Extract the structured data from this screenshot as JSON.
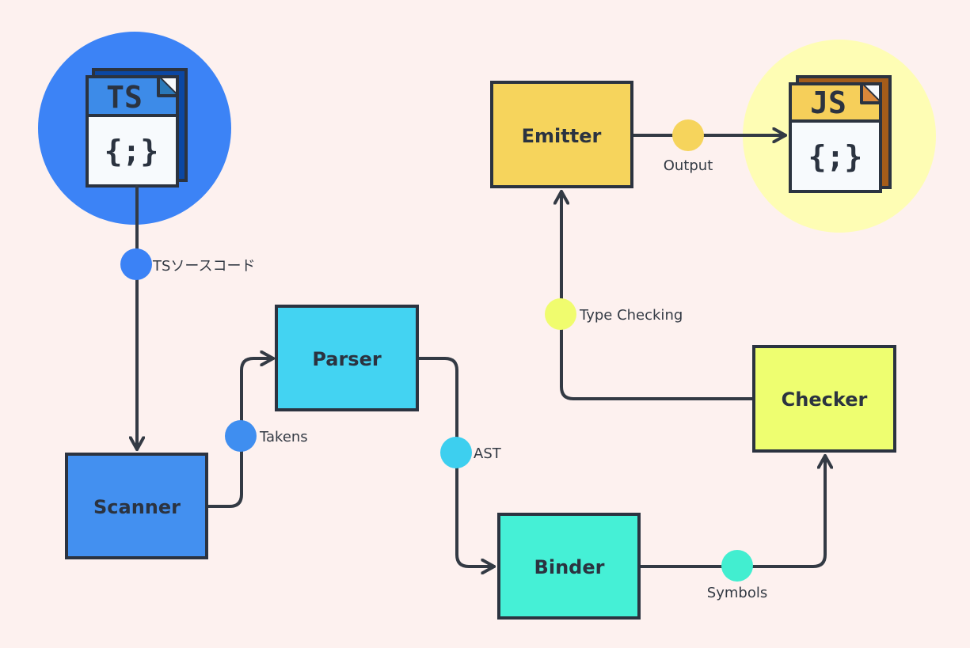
{
  "source_file": {
    "title": "TS",
    "code": "{;}",
    "circle_color": "#3c83f6",
    "header_color": "#3d8be8",
    "back_color": "#0b47a3"
  },
  "output_file": {
    "title": "JS",
    "code": "{;}",
    "circle_color": "#fefdb4",
    "header_color": "#f6cf5a",
    "back_color": "#a45c1a"
  },
  "nodes": {
    "scanner": {
      "label": "Scanner",
      "color": "#4390f0"
    },
    "parser": {
      "label": "Parser",
      "color": "#43d3f2"
    },
    "binder": {
      "label": "Binder",
      "color": "#45f0d6"
    },
    "checker": {
      "label": "Checker",
      "color": "#eefe70"
    },
    "emitter": {
      "label": "Emitter",
      "color": "#f6d45c"
    }
  },
  "edges": {
    "source_to_scanner": {
      "label": "TSソースコード",
      "color": "#3b82f6"
    },
    "scanner_to_parser": {
      "label": "Takens",
      "color": "#3f8ef0"
    },
    "parser_to_binder": {
      "label": "AST",
      "color": "#3dcfef"
    },
    "binder_to_checker": {
      "label": "Symbols",
      "color": "#42eed0"
    },
    "checker_to_emitter": {
      "label": "Type Checking",
      "color": "#f0fc6e"
    },
    "emitter_to_output": {
      "label": "Output",
      "color": "#f6d45c"
    }
  }
}
